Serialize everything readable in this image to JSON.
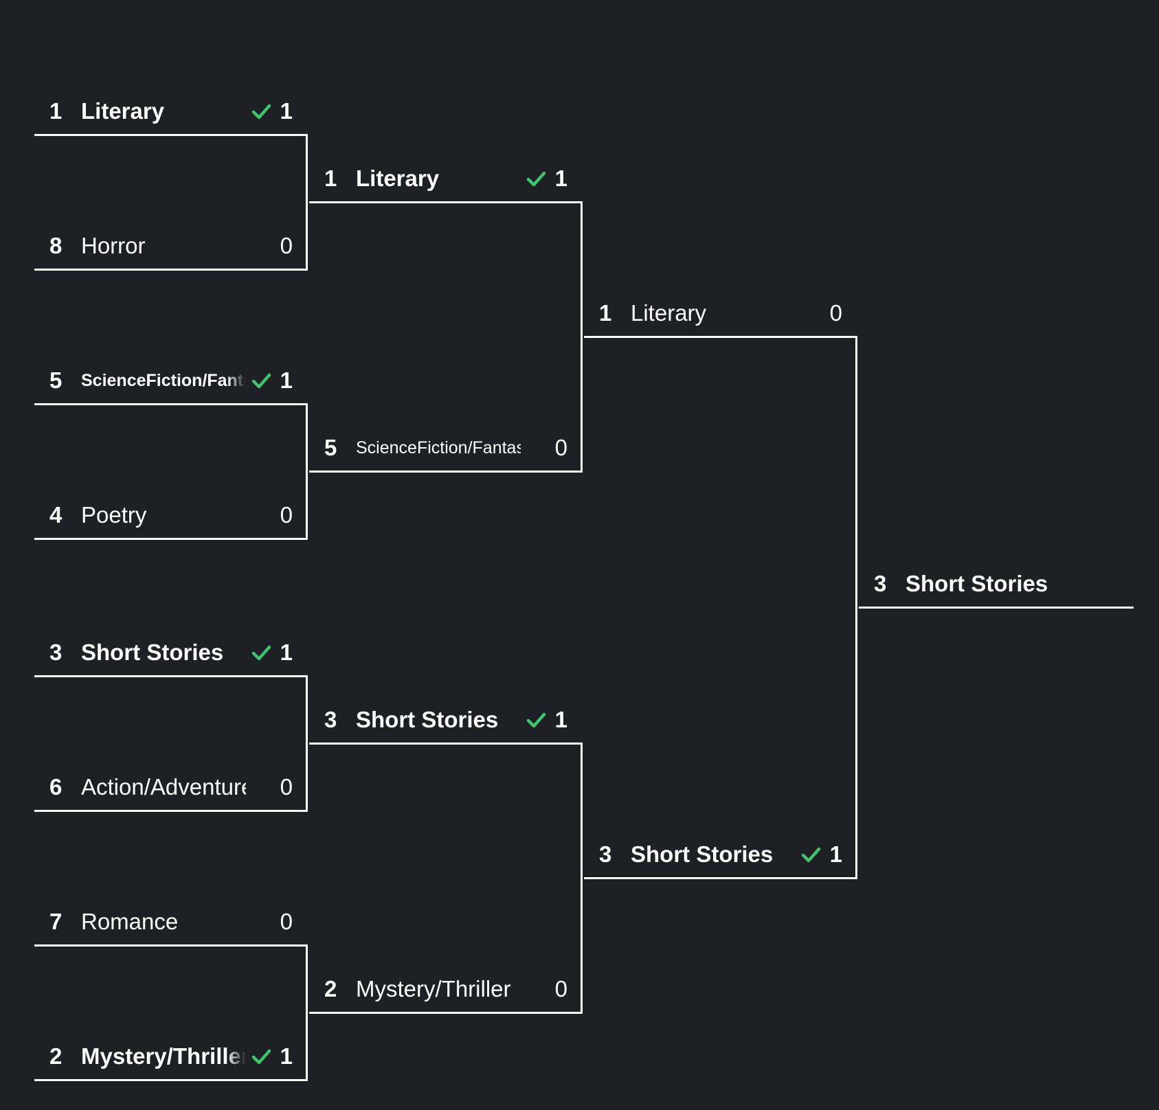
{
  "colors": {
    "background": "#1f2026",
    "line": "#ffffff",
    "check": "#3ec46d"
  },
  "rounds": [
    {
      "matches": [
        {
          "top": {
            "seed": "1",
            "name": "Literary",
            "score": "1",
            "winner": true
          },
          "bottom": {
            "seed": "8",
            "name": "Horror",
            "score": "0",
            "winner": false
          }
        },
        {
          "top": {
            "seed": "5",
            "name": "ScienceFiction/Fantasy",
            "score": "1",
            "winner": true
          },
          "bottom": {
            "seed": "4",
            "name": "Poetry",
            "score": "0",
            "winner": false
          }
        },
        {
          "top": {
            "seed": "3",
            "name": "Short Stories",
            "score": "1",
            "winner": true
          },
          "bottom": {
            "seed": "6",
            "name": "Action/Adventure",
            "score": "0",
            "winner": false
          }
        },
        {
          "top": {
            "seed": "7",
            "name": "Romance",
            "score": "0",
            "winner": false
          },
          "bottom": {
            "seed": "2",
            "name": "Mystery/Thriller",
            "score": "1",
            "winner": true
          }
        }
      ]
    },
    {
      "matches": [
        {
          "top": {
            "seed": "1",
            "name": "Literary",
            "score": "1",
            "winner": true
          },
          "bottom": {
            "seed": "5",
            "name": "ScienceFiction/Fantasy",
            "score": "0",
            "winner": false
          }
        },
        {
          "top": {
            "seed": "3",
            "name": "Short Stories",
            "score": "1",
            "winner": true
          },
          "bottom": {
            "seed": "2",
            "name": "Mystery/Thriller",
            "score": "0",
            "winner": false
          }
        }
      ]
    },
    {
      "matches": [
        {
          "top": {
            "seed": "1",
            "name": "Literary",
            "score": "0",
            "winner": false
          },
          "bottom": {
            "seed": "3",
            "name": "Short Stories",
            "score": "1",
            "winner": true
          }
        }
      ]
    }
  ],
  "champion": {
    "seed": "3",
    "name": "Short Stories"
  }
}
